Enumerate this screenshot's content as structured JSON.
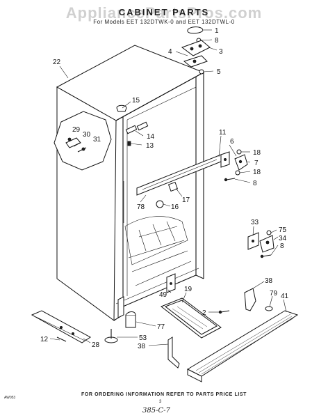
{
  "watermark": "AppliancePartsPros.com",
  "title": "CABINET PARTS",
  "models": "For Models EET 132DTWK-0 and EET 132DTWL-0",
  "footer": "FOR ORDERING INFORMATION REFER TO PARTS PRICE LIST",
  "code": "AW053",
  "page": "3",
  "handwritten": "385-C-7",
  "callouts": {
    "c1": "1",
    "c8a": "8",
    "c3": "3",
    "c4": "4",
    "c5": "5",
    "c22": "22",
    "c15": "15",
    "c29": "29",
    "c30": "30",
    "c31": "31",
    "c14": "14",
    "c13": "13",
    "c11": "11",
    "c6": "6",
    "c18a": "18",
    "c7": "7",
    "c18b": "18",
    "c8b": "8",
    "c17": "17",
    "c16": "16",
    "c78": "78",
    "c33": "33",
    "c75": "75",
    "c34": "34",
    "c8c": "8",
    "c19": "19",
    "c49": "49",
    "c38a": "38",
    "c79": "79",
    "c41": "41",
    "c2": "2",
    "c77": "77",
    "c53": "53",
    "c12": "12",
    "c28": "28",
    "c38b": "38"
  }
}
